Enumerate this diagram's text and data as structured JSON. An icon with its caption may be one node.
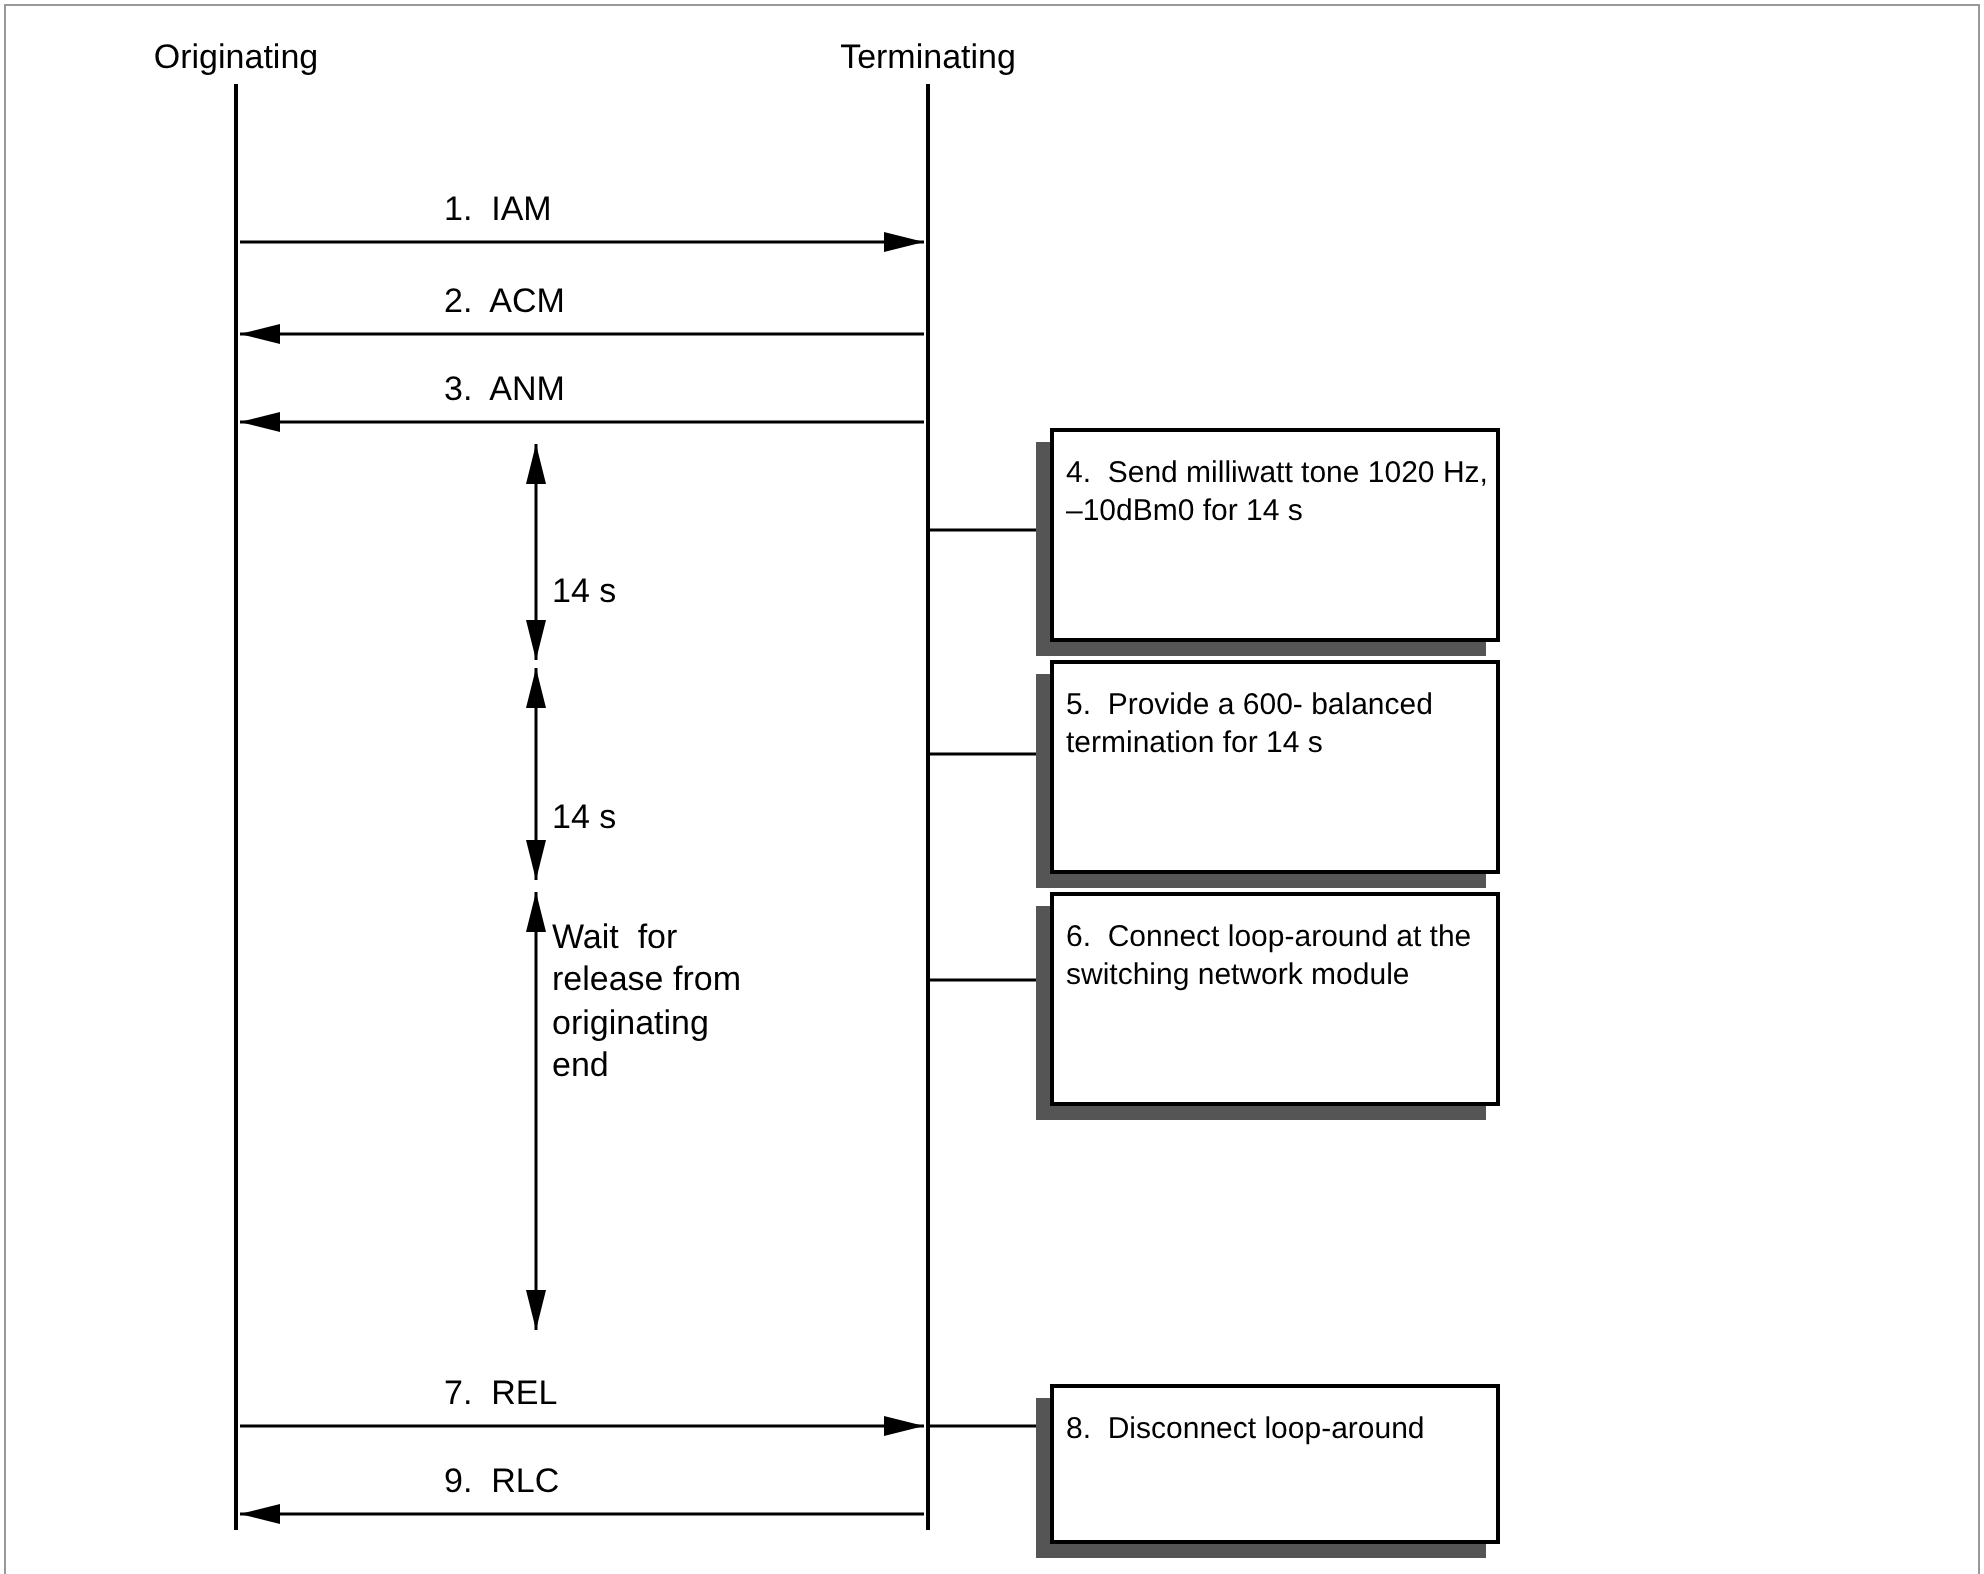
{
  "diagram": {
    "nodes": [
      {
        "text": [
          "Originating"
        ]
      },
      {
        "text": [
          "Terminating"
        ]
      },
      {
        "text": [
          "4.  Send milliwatt tone 1020 Hz, –10dBm0 for 14 s"
        ]
      },
      {
        "text": [
          "5.  Provide a 600- balanced termination for 14 s"
        ]
      },
      {
        "text": [
          "6.  Connect loop-around at the switching network module"
        ]
      },
      {
        "text": [
          "8.  Disconnect loop-around"
        ]
      }
    ],
    "edges": [
      {
        "from": 0,
        "to": 1,
        "arrow": "to",
        "label": "1.  IAM"
      },
      {
        "from": 1,
        "to": 0,
        "arrow": "to",
        "label": "2.  ACM"
      },
      {
        "from": 1,
        "to": 0,
        "arrow": "to",
        "label": "3.  ANM"
      },
      {
        "from": 0,
        "to": 1,
        "arrow": "to",
        "label": "7.  REL"
      },
      {
        "from": 1,
        "to": 0,
        "arrow": "to",
        "label": "9.  RLC"
      },
      {
        "from": 1,
        "to": 2,
        "arrow": "none"
      },
      {
        "from": 1,
        "to": 3,
        "arrow": "none"
      },
      {
        "from": 1,
        "to": 4,
        "arrow": "none"
      },
      {
        "from": 1,
        "to": 5,
        "arrow": "none"
      }
    ],
    "labels": [
      "14 s",
      "14 s",
      "Wait  for release from originating end"
    ]
  }
}
